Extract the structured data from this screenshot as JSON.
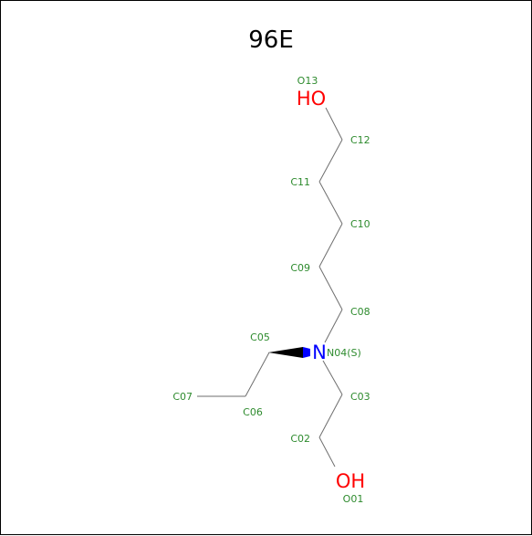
{
  "title": "96E",
  "colors": {
    "bond": "#6e6e6e",
    "label": "#2e8b2e",
    "oxygen": "#ff0000",
    "nitrogen": "#0000ff",
    "wedge": "#000000"
  },
  "atoms": {
    "O13": {
      "label": "O13",
      "symbol": "HO"
    },
    "C12": {
      "label": "C12"
    },
    "C11": {
      "label": "C11"
    },
    "C10": {
      "label": "C10"
    },
    "C09": {
      "label": "C09"
    },
    "C08": {
      "label": "C08"
    },
    "N04": {
      "label": "N04(S)",
      "symbol": "N"
    },
    "C05": {
      "label": "C05"
    },
    "C06": {
      "label": "C06"
    },
    "C07": {
      "label": "C07"
    },
    "C03": {
      "label": "C03"
    },
    "C02": {
      "label": "C02"
    },
    "O01": {
      "label": "O01",
      "symbol": "OH"
    }
  }
}
